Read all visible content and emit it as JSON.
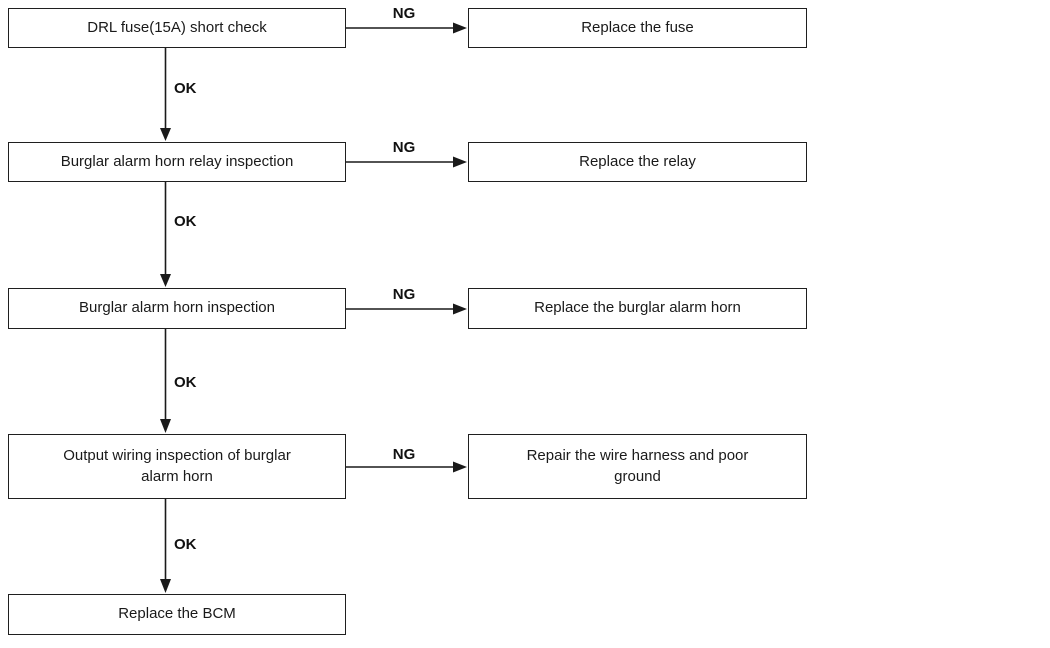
{
  "colors": {
    "background": "#ffffff",
    "box_border": "#1f1f1f",
    "text": "#1a1a1a",
    "arrow": "#1a1a1a"
  },
  "flowchart": {
    "steps": [
      {
        "check": "DRL fuse(15A) short check",
        "fail_label": "NG",
        "fail_action": "Replace the fuse",
        "pass_label": "OK"
      },
      {
        "check": "Burglar alarm horn relay inspection",
        "fail_label": "NG",
        "fail_action": "Replace the relay",
        "pass_label": "OK"
      },
      {
        "check": "Burglar alarm horn inspection",
        "fail_label": "NG",
        "fail_action": "Replace the burglar alarm horn",
        "pass_label": "OK"
      },
      {
        "check": "Output wiring inspection of burglar alarm horn",
        "fail_label": "NG",
        "fail_action": "Repair the wire harness and poor ground",
        "pass_label": "OK"
      }
    ],
    "final_action": "Replace the BCM"
  }
}
